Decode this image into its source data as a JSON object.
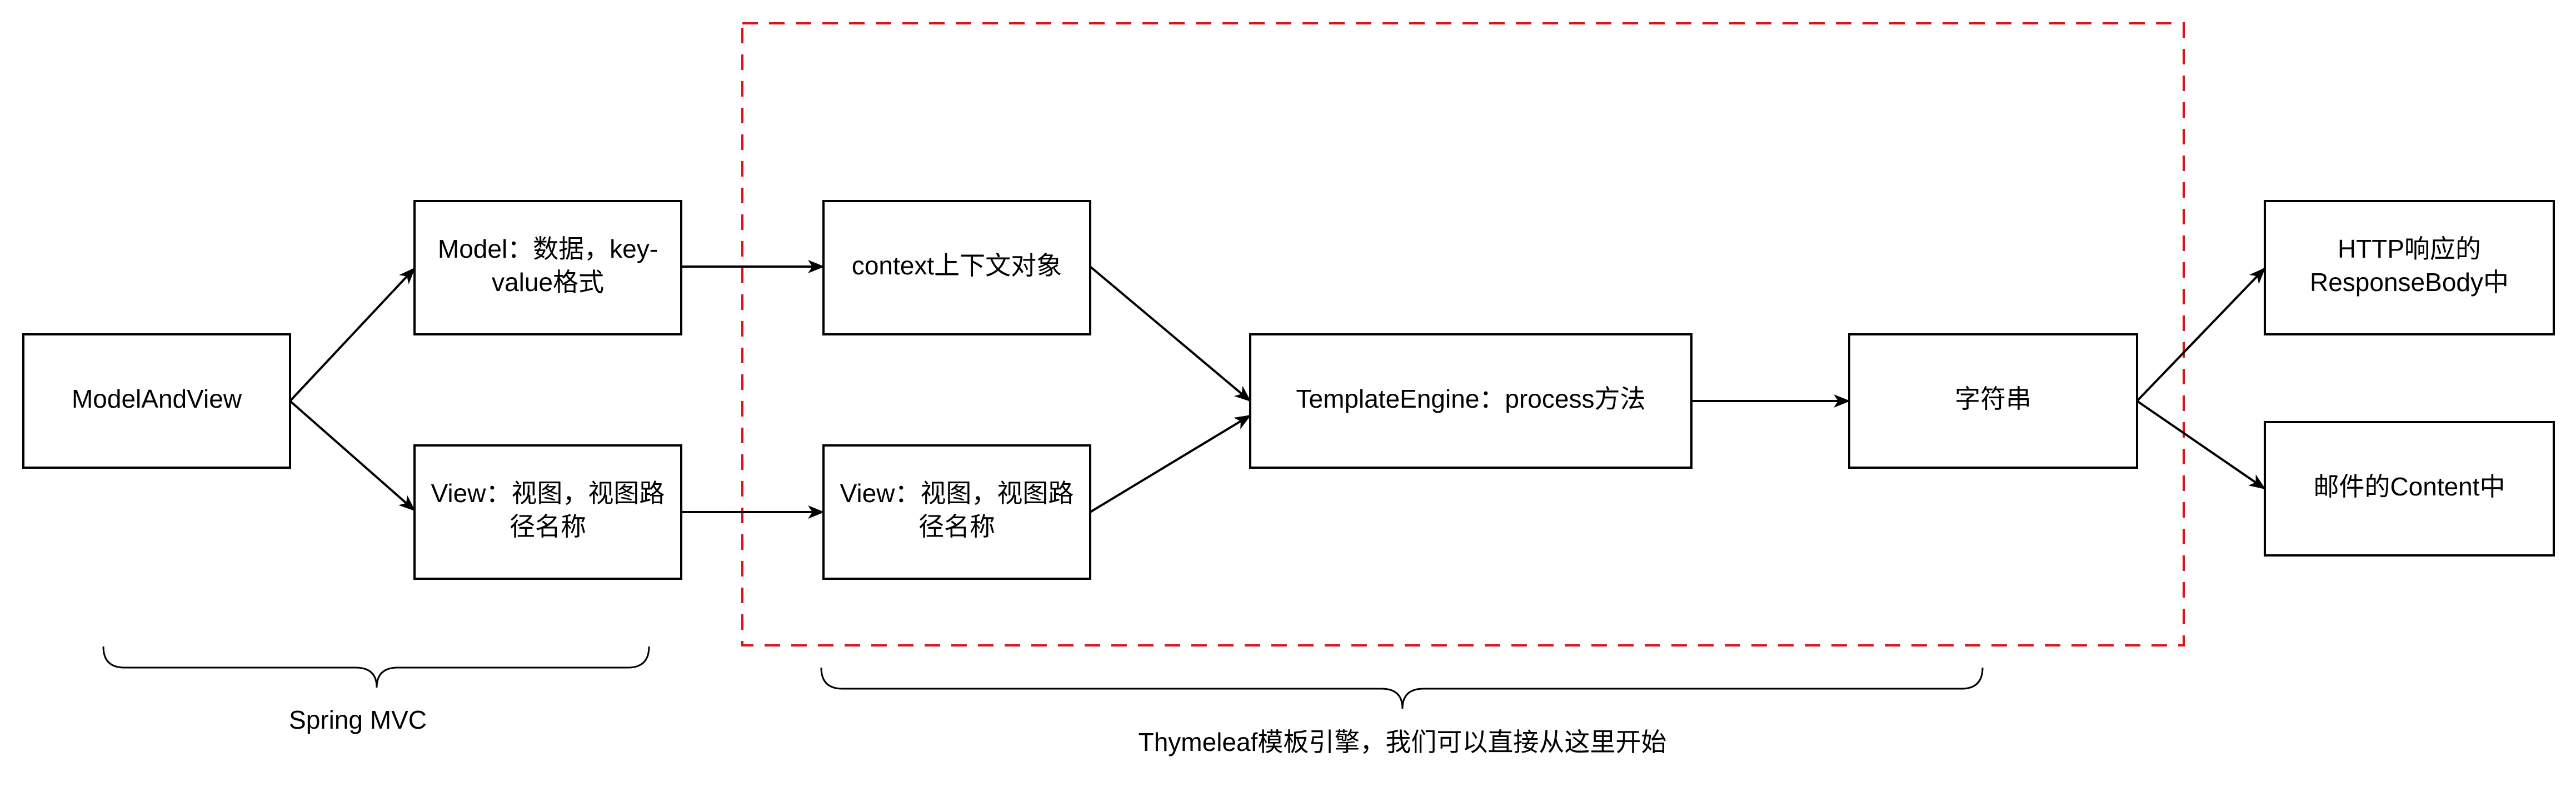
{
  "nodes": {
    "model_and_view": "ModelAndView",
    "model": [
      "Model：数据，key-",
      "value格式"
    ],
    "view_left": [
      "View：视图，视图路",
      "径名称"
    ],
    "context": "context上下文对象",
    "view_right": [
      "View：视图，视图路",
      "径名称"
    ],
    "template_engine": "TemplateEngine：process方法",
    "string": "字符串",
    "http_response": [
      "HTTP响应的",
      "ResponseBody中"
    ],
    "mail_content": "邮件的Content中"
  },
  "labels": {
    "spring_mvc": "Spring MVC",
    "thymeleaf": "Thymeleaf模板引擎，我们可以直接从这里开始"
  },
  "colors": {
    "region_stroke": "#d9141c",
    "line": "#000000",
    "box_fill": "#ffffff"
  }
}
